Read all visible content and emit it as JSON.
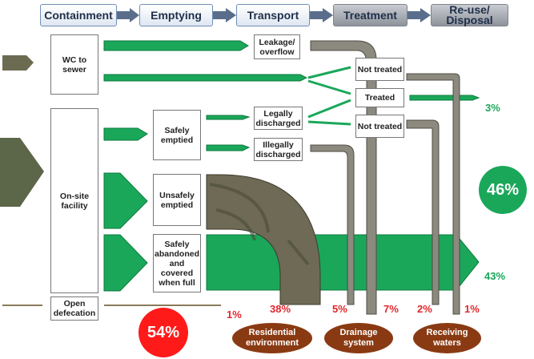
{
  "stages": [
    "Containment",
    "Emptying",
    "Transport",
    "Treatment",
    "Re-use/\nDisposal"
  ],
  "boxes": {
    "wc": "WC to sewer",
    "onsite": "On-site facility",
    "open": "Open defecation",
    "safely_emptied": "Safely emptied",
    "unsafely_emptied": "Unsafely emptied",
    "abandoned": "Safely abandoned and covered when full",
    "leakage": "Leakage/ overflow",
    "legally": "Legally discharged",
    "illegally": "Illegally discharged",
    "not_treated_1": "Not treated",
    "treated": "Treated",
    "not_treated_2": "Not treated"
  },
  "percentages": {
    "p3": "3%",
    "p46": "46%",
    "p43": "43%",
    "p54": "54%",
    "p1a": "1%",
    "p38": "38%",
    "p5": "5%",
    "p7": "7%",
    "p2": "2%",
    "p1b": "1%"
  },
  "destinations": {
    "residential": "Residential environment",
    "drainage": "Drainage system",
    "receiving": "Receiving waters"
  },
  "colors": {
    "green": "#1aa75a",
    "red": "#e2262b",
    "brown": "#8a3a12",
    "stage_border": "#6f8fb6"
  }
}
